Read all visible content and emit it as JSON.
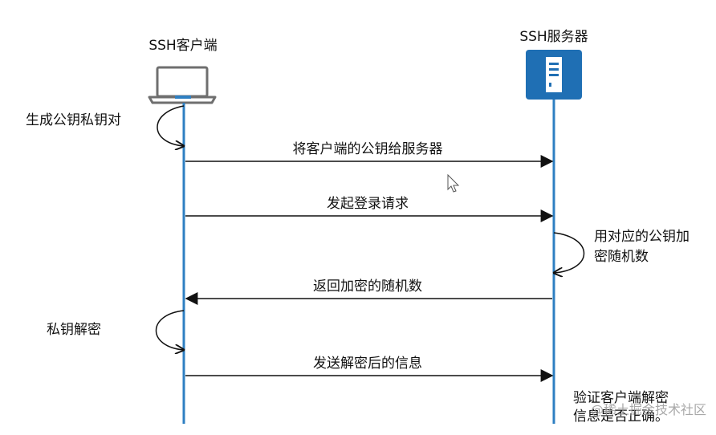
{
  "participants": {
    "client": {
      "label": "SSH客户端",
      "icon": "laptop-icon"
    },
    "server": {
      "label": "SSH服务器",
      "icon": "server-icon"
    }
  },
  "colors": {
    "lifeline": "#2e7fc2",
    "server_box": "#1f6fb4",
    "laptop_stroke": "#6f6f6f"
  },
  "notes": [
    {
      "id": "gen-keypair",
      "lines": [
        "生成公钥私钥对"
      ]
    },
    {
      "id": "encrypt-random",
      "lines": [
        "用对应的公钥加",
        "密随机数"
      ]
    },
    {
      "id": "private-decrypt",
      "lines": [
        "私钥解密"
      ]
    },
    {
      "id": "verify",
      "lines": [
        "验证客户端解密",
        "信息是否正确。"
      ]
    }
  ],
  "messages": [
    {
      "id": "send-pubkey",
      "label": "将客户端的公钥给服务器",
      "direction": "client-to-server"
    },
    {
      "id": "login-request",
      "label": "发起登录请求",
      "direction": "client-to-server"
    },
    {
      "id": "return-random",
      "label": "返回加密的随机数",
      "direction": "server-to-client"
    },
    {
      "id": "send-decrypted",
      "label": "发送解密后的信息",
      "direction": "client-to-server"
    }
  ],
  "watermark": "@稀土掘金技术社区"
}
